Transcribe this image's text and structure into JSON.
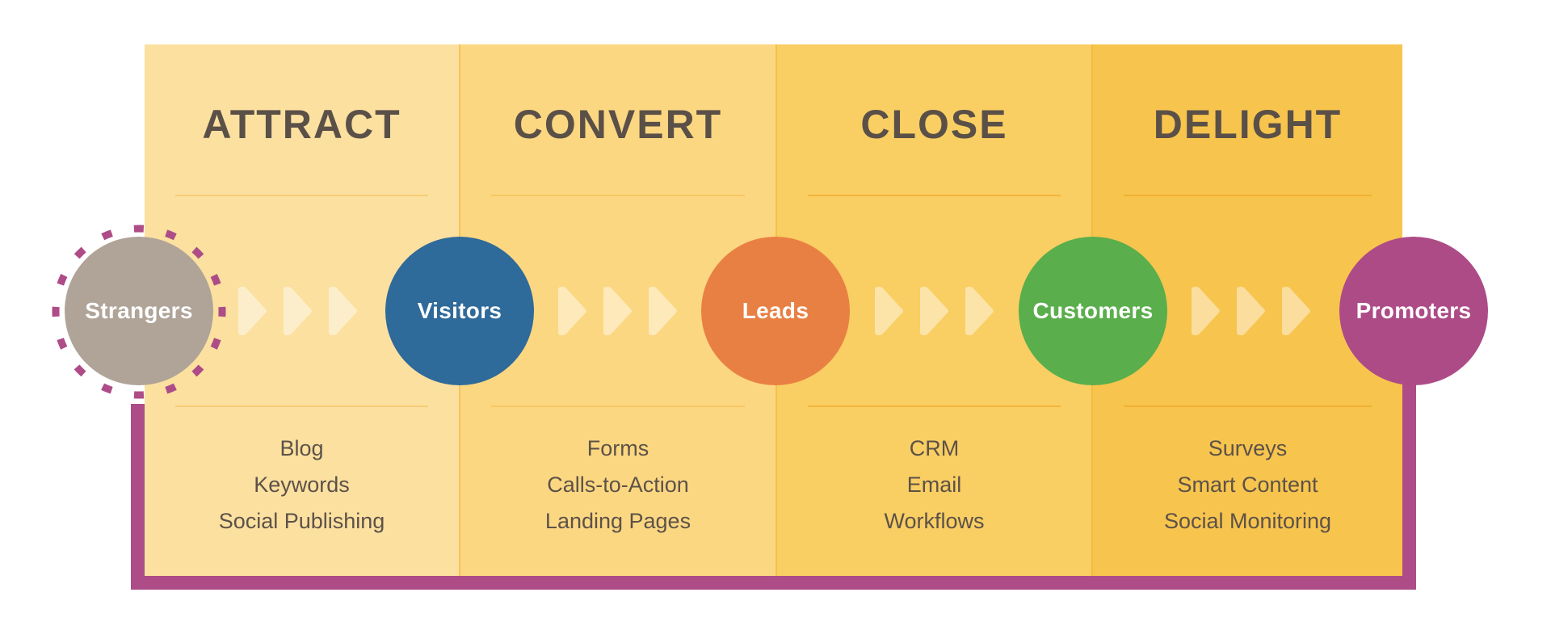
{
  "stages": [
    {
      "title": "ATTRACT",
      "items": [
        "Blog",
        "Keywords",
        "Social Publishing"
      ],
      "color": "#FCE0A0"
    },
    {
      "title": "CONVERT",
      "items": [
        "Forms",
        "Calls-to-Action",
        "Landing Pages"
      ],
      "color": "#FCD782"
    },
    {
      "title": "CLOSE",
      "items": [
        "CRM",
        "Email",
        "Workflows"
      ],
      "color": "#F9CE63"
    },
    {
      "title": "DELIGHT",
      "items": [
        "Surveys",
        "Smart Content",
        "Social Monitoring"
      ],
      "color": "#F7C44E"
    }
  ],
  "nodes": [
    {
      "label": "Strangers",
      "color": "#B0A498",
      "highlighted": true
    },
    {
      "label": "Visitors",
      "color": "#2E6A9A"
    },
    {
      "label": "Leads",
      "color": "#E98043"
    },
    {
      "label": "Customers",
      "color": "#5AAE4C"
    },
    {
      "label": "Promoters",
      "color": "#AD4B87"
    }
  ],
  "arrows_per_transition": 3,
  "arrow_icon": "chevron-right-icon",
  "loop_color": "#AD4C87",
  "text_color": "#5A5047"
}
